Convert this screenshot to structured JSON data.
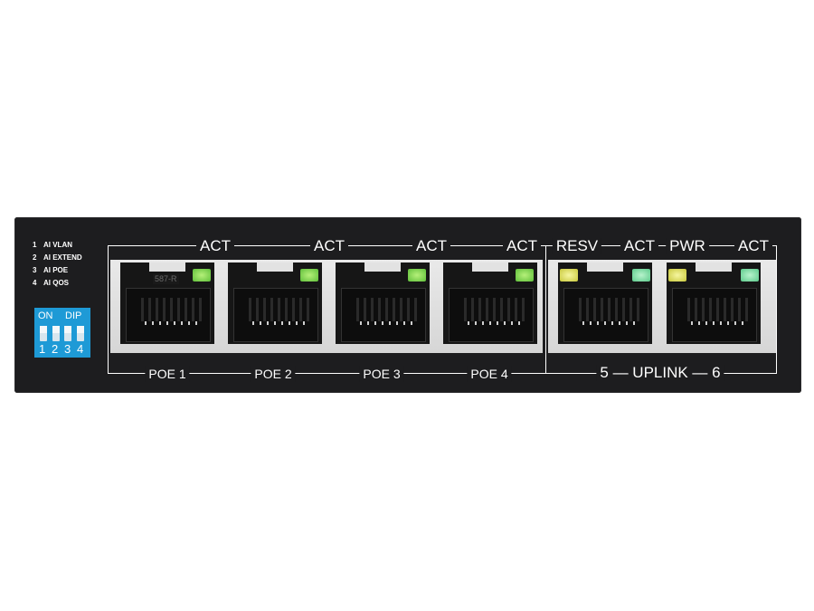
{
  "device": {
    "legend": [
      {
        "num": "1",
        "label": "AI VLAN"
      },
      {
        "num": "2",
        "label": "AI EXTEND"
      },
      {
        "num": "3",
        "label": "AI POE"
      },
      {
        "num": "4",
        "label": "AI QOS"
      }
    ],
    "dip": {
      "on": "ON",
      "dip": "DIP",
      "numbers": [
        "1",
        "2",
        "3",
        "4"
      ]
    },
    "port_marking": "587-R",
    "top_labels": [
      "ACT",
      "ACT",
      "ACT",
      "ACT",
      "RESV",
      "ACT",
      "PWR",
      "ACT"
    ],
    "bottom_labels": [
      "POE 1",
      "POE 2",
      "POE 3",
      "POE 4"
    ],
    "uplink_label": "5 — UPLINK — 6",
    "colors": {
      "chassis": "#1d1d1f",
      "dip": "#1e9ad6",
      "led_green": "#5fbf3a",
      "led_yellow": "#c8c83c"
    }
  }
}
